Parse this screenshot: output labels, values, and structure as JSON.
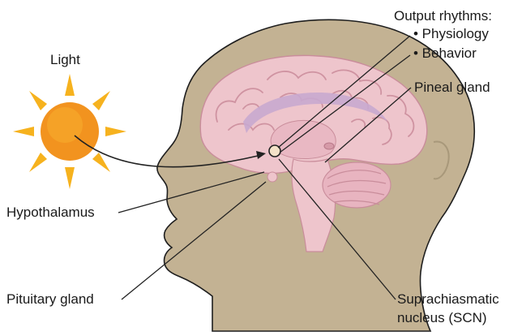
{
  "labels": {
    "light": "Light",
    "output_heading": "Output rhythms:",
    "output_items": [
      "• Physiology",
      "• Behavior"
    ],
    "pineal": "Pineal gland",
    "hypothalamus": "Hypothalamus",
    "pituitary": "Pituitary gland",
    "scn_line1": "Suprachiasmatic",
    "scn_line2": "nucleus (SCN)"
  },
  "colors": {
    "head": "#c3b293",
    "head_outline": "#1e1e1e",
    "sun_core": "#f2931f",
    "sun_rays": "#f6b21e",
    "brain": "#eec5cc",
    "brain_dark": "#d69aa8",
    "ventricle": "#c8a8cf",
    "leader_line": "#222222",
    "text": "#1a1a1a"
  }
}
